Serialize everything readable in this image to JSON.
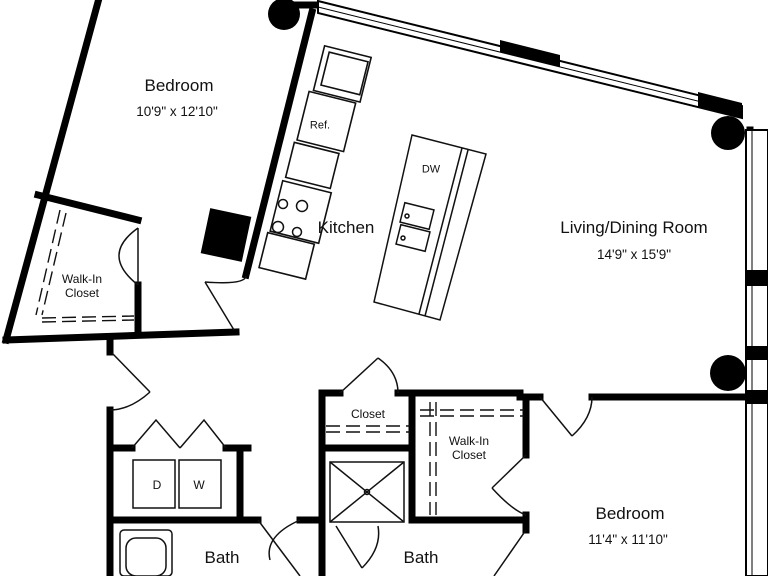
{
  "rooms": {
    "bedroom_1": {
      "name": "Bedroom",
      "size": "10'9\" x 12'10\""
    },
    "walk_in_closet_1": {
      "name_line1": "Walk-In",
      "name_line2": "Closet"
    },
    "kitchen": {
      "name": "Kitchen"
    },
    "living_dining": {
      "name": "Living/Dining Room",
      "size": "14'9\" x 15'9\""
    },
    "closet": {
      "name": "Closet"
    },
    "walk_in_closet_2": {
      "name_line1": "Walk-In",
      "name_line2": "Closet"
    },
    "bedroom_2": {
      "name": "Bedroom",
      "size": "11'4\" x 11'10\""
    },
    "bath_1": {
      "name": "Bath"
    },
    "bath_2": {
      "name": "Bath"
    }
  },
  "fixtures": {
    "refrigerator": "Ref.",
    "dishwasher": "DW",
    "washer": "W",
    "dryer": "D"
  },
  "colors": {
    "wall": "#000000",
    "background": "#ffffff",
    "line": "#111111"
  }
}
